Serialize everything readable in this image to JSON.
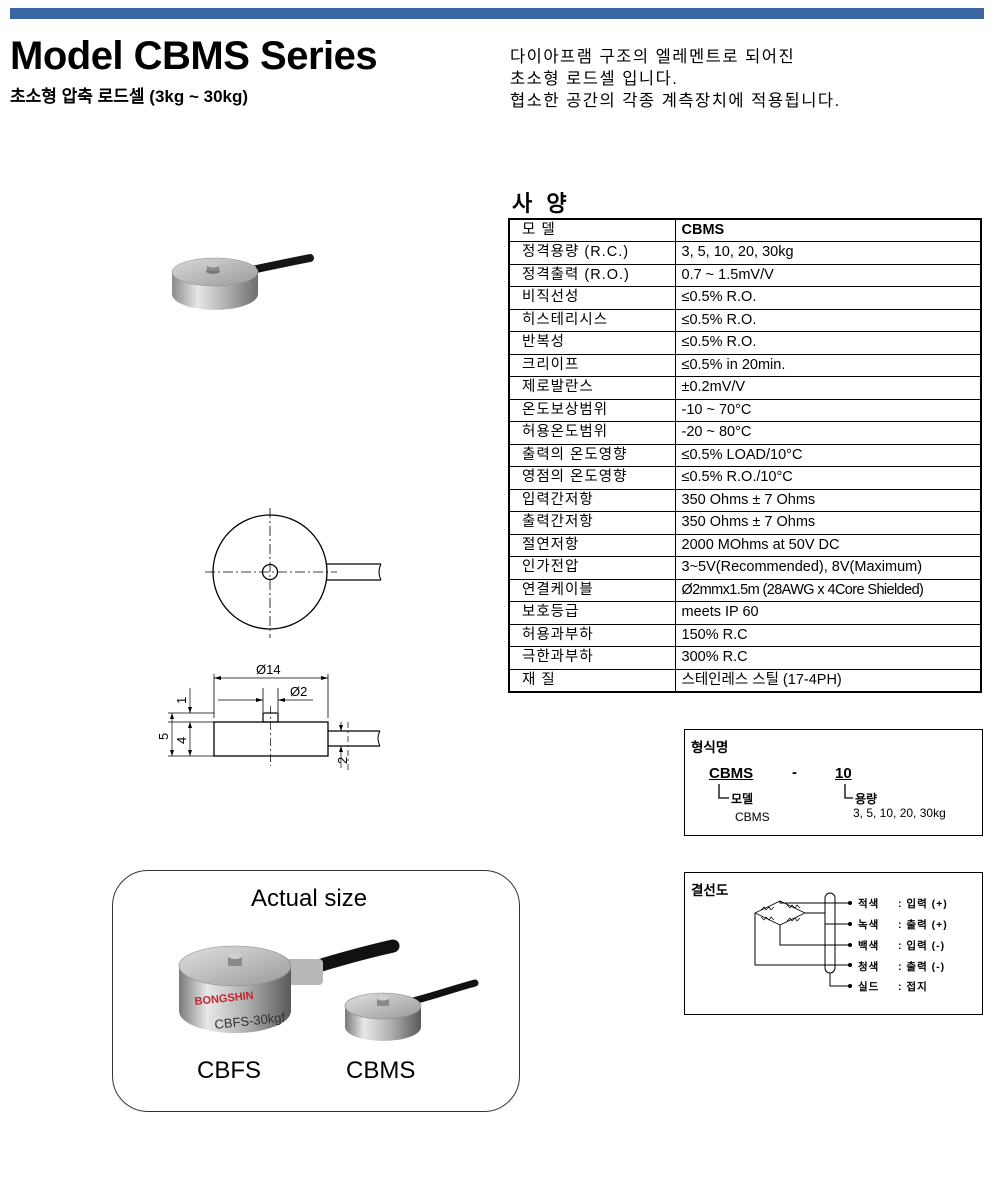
{
  "header": {
    "title": "Model CBMS Series",
    "subtitle": "초소형 압축  로드셀 (3kg ~ 30kg)",
    "description": [
      "다이아프램 구조의 엘레멘트로 되어진",
      "초소형 로드셀 입니다.",
      "협소한 공간의 각종 계측장치에 적용됩니다."
    ]
  },
  "spec": {
    "heading": "사 양",
    "rows": [
      {
        "label": "모 델",
        "value": "CBMS"
      },
      {
        "label": "정격용량 (R.C.)",
        "value": "3, 5, 10, 20, 30kg"
      },
      {
        "label": "정격출력 (R.O.)",
        "value": "0.7 ~ 1.5mV/V"
      },
      {
        "label": "비직선성",
        "value": "≤0.5% R.O."
      },
      {
        "label": "히스테리시스",
        "value": "≤0.5% R.O."
      },
      {
        "label": "반복성",
        "value": "≤0.5% R.O."
      },
      {
        "label": "크리이프",
        "value": "≤0.5% in 20min."
      },
      {
        "label": "제로발란스",
        "value": "±0.2mV/V"
      },
      {
        "label": "온도보상범위",
        "value": "-10 ~ 70°C"
      },
      {
        "label": "허용온도범위",
        "value": "-20 ~ 80°C"
      },
      {
        "label": "출력의 온도영향",
        "value": "≤0.5% LOAD/10°C"
      },
      {
        "label": "영점의 온도영향",
        "value": "≤0.5% R.O./10°C"
      },
      {
        "label": "입력간저항",
        "value": "350 Ohms ± 7 Ohms"
      },
      {
        "label": "출력간저항",
        "value": "350 Ohms ± 7 Ohms"
      },
      {
        "label": "절연저항",
        "value": "2000 MOhms at 50V DC"
      },
      {
        "label": "인가전압",
        "value": "3~5V(Recommended), 8V(Maximum)"
      },
      {
        "label": "연결케이블",
        "value": "Ø2mmx1.5m (28AWG x 4Core Shielded)"
      },
      {
        "label": "보호등급",
        "value": "meets IP 60"
      },
      {
        "label": "허용과부하",
        "value": "150% R.C"
      },
      {
        "label": "극한과부하",
        "value": "300% R.C"
      },
      {
        "label": "재 질",
        "value": "스테인레스 스틸 (17-4PH)"
      }
    ]
  },
  "drawing": {
    "dia_outer": "Ø14",
    "dia_button": "Ø2",
    "dim_button_h": "1",
    "dim_total_h": "5",
    "dim_body_h": "4",
    "dim_cable": "2"
  },
  "model_code": {
    "title": "형식명",
    "model": "CBMS",
    "dash": "-",
    "capacity": "10",
    "model_label": "모델",
    "model_value": "CBMS",
    "capacity_label": "용량",
    "capacity_values": "3, 5, 10, 20, 30kg"
  },
  "wiring": {
    "title": "결선도",
    "wires": [
      {
        "color": "적색",
        "function": ": 입력 (+)"
      },
      {
        "color": "녹색",
        "function": ": 출력 (+)"
      },
      {
        "color": "백색",
        "function": ": 입력 (-)"
      },
      {
        "color": "청색",
        "function": ": 출력 (-)"
      },
      {
        "color": "실드",
        "function": ": 접지"
      }
    ]
  },
  "actual_size": {
    "title": "Actual size",
    "left_label": "CBFS",
    "right_label": "CBMS",
    "brand_print": "BONGSHIN",
    "engraving": "CBFS-30kgf"
  }
}
